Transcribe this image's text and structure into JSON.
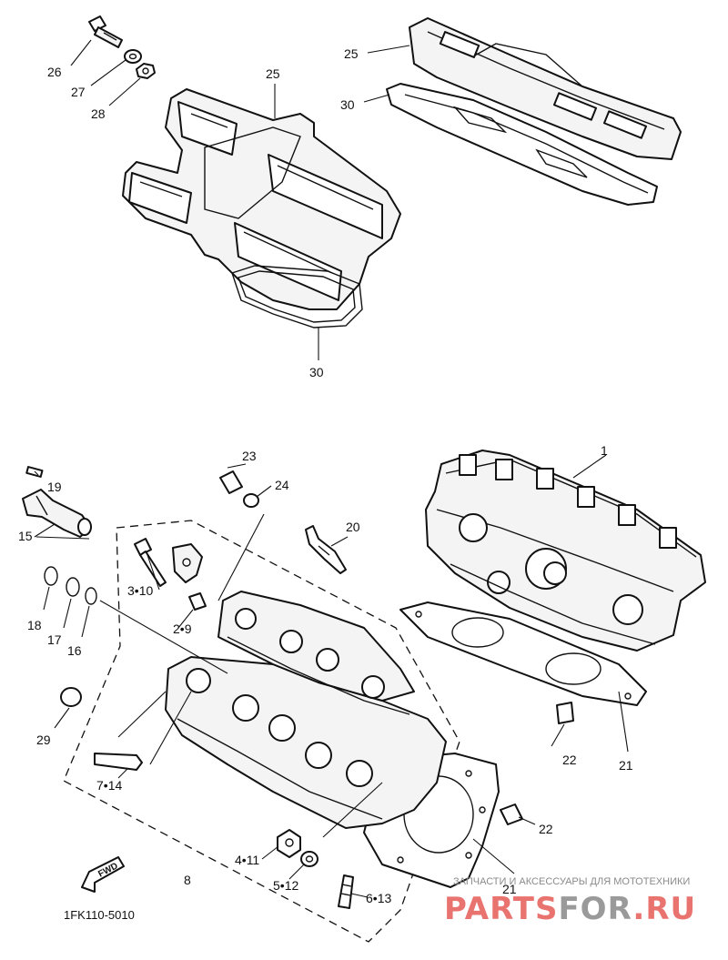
{
  "callouts": {
    "c1": "1",
    "c2_9": "2•9",
    "c3_10": "3•10",
    "c4_11": "4•11",
    "c5_12": "5•12",
    "c6_13": "6•13",
    "c7_14": "7•14",
    "c8": "8",
    "c15": "15",
    "c16": "16",
    "c17": "17",
    "c18": "18",
    "c19": "19",
    "c20": "20",
    "c21a": "21",
    "c21b": "21",
    "c22a": "22",
    "c22b": "22",
    "c23": "23",
    "c24": "24",
    "c25a": "25",
    "c25b": "25",
    "c26": "26",
    "c27": "27",
    "c28": "28",
    "c29": "29",
    "c30a": "30",
    "c30b": "30"
  },
  "direction_arrow": "FWD",
  "diagram_code": "1FK110-5010",
  "watermark": {
    "tagline": "ЗАПЧАСТИ И АКСЕССУАРЫ ДЛЯ МОТОТЕХНИКИ",
    "brand_a": "PARTS",
    "brand_b": "FOR",
    "brand_c": ".RU",
    "color_a": "#e8736f",
    "color_b": "#9a9a9a",
    "color_c": "#e8736f"
  }
}
